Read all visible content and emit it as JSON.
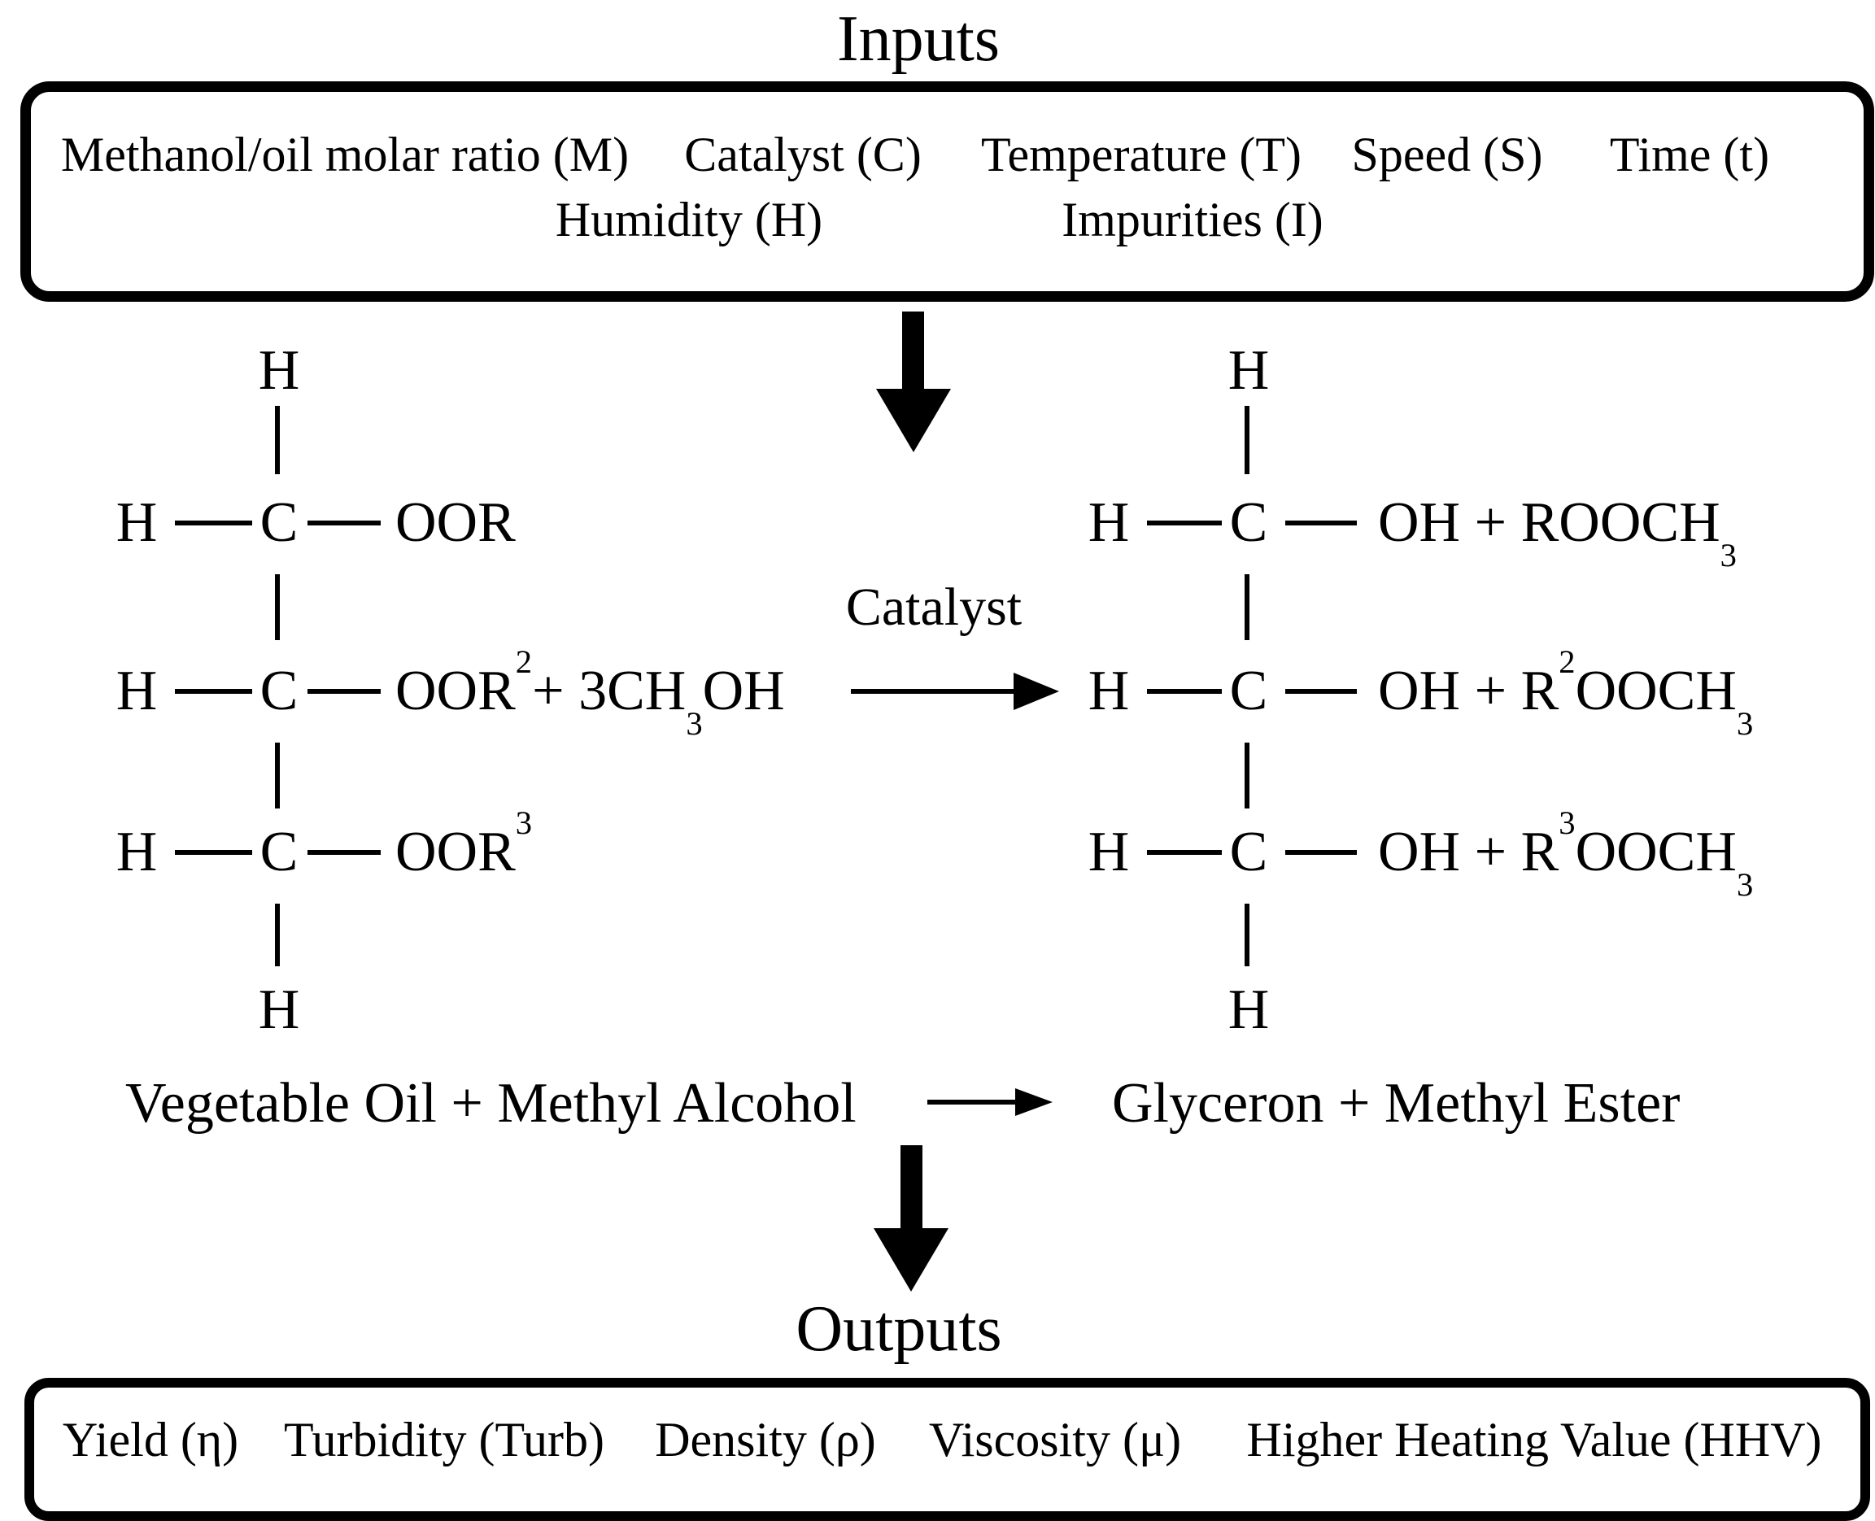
{
  "inputs": {
    "title": "Inputs",
    "row1": [
      "Methanol/oil molar ratio (M)",
      "Catalyst (C)",
      "Temperature (T)",
      "Speed (S)",
      "Time (t)"
    ],
    "row2": [
      "Humidity (H)",
      "Impurities (I)"
    ]
  },
  "reaction": {
    "catalyst_label": "Catalyst",
    "left": {
      "top_h": "H",
      "bottom_h": "H",
      "rows": [
        {
          "h": "H",
          "c": "C",
          "group": "OOR"
        },
        {
          "h": "H",
          "c": "C",
          "group": "OOR",
          "sup": "2",
          "plus": "+ 3CH",
          "sub": "3",
          "tail": "OH"
        },
        {
          "h": "H",
          "c": "C",
          "group": "OOR",
          "sup": "3"
        }
      ]
    },
    "right": {
      "top_h": "H",
      "bottom_h": "H",
      "rows": [
        {
          "h": "H",
          "c": "C",
          "group": "OH + R",
          "tail": "OOCH",
          "sub": "3"
        },
        {
          "h": "H",
          "c": "C",
          "group": "OH + R",
          "sup": "2",
          "tail": "OOCH",
          "sub": "3"
        },
        {
          "h": "H",
          "c": "C",
          "group": "OH + R",
          "sup": "3",
          "tail": "OOCH",
          "sub": "3"
        }
      ]
    },
    "summary": {
      "reactants": "Vegetable Oil + Methyl Alcohol",
      "products": "Glyceron + Methyl Ester"
    }
  },
  "outputs": {
    "title": "Outputs",
    "items": [
      "Yield (η)",
      "Turbidity (Turb)",
      "Density (ρ)",
      "Viscosity (μ)",
      "Higher Heating Value (HHV)"
    ]
  },
  "colors": {
    "ink": "#000000",
    "background": "#ffffff"
  }
}
